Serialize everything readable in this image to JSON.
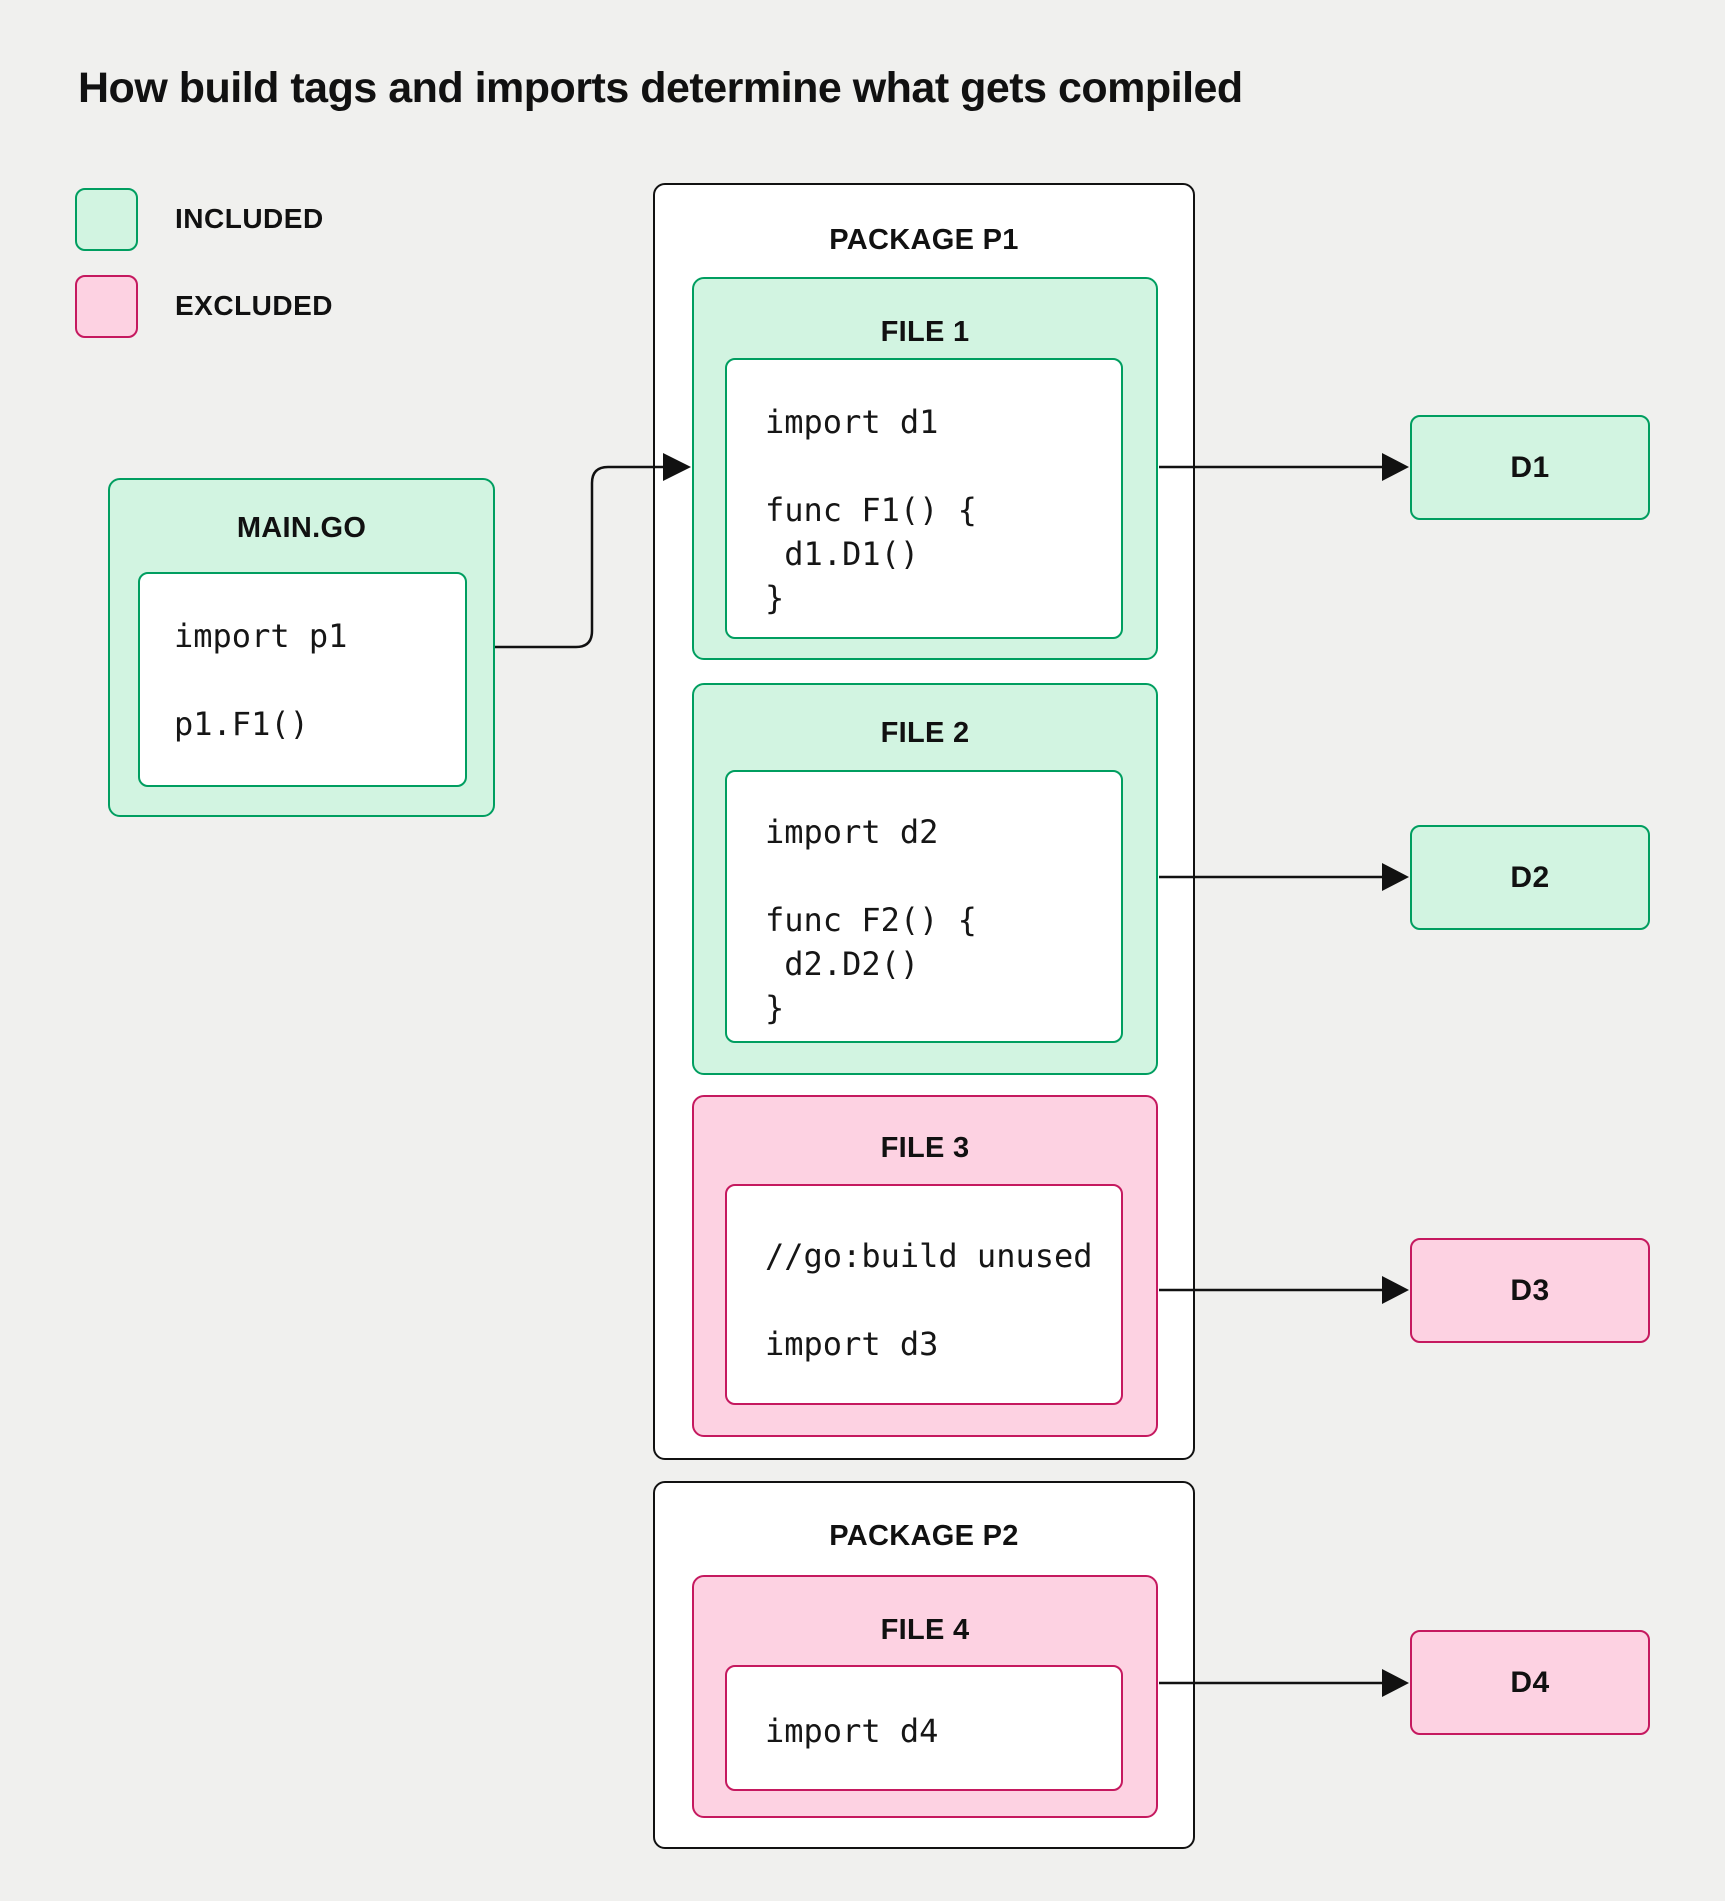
{
  "title": "How build tags and imports determine what gets compiled",
  "colors": {
    "bg": "#f0f0ee",
    "ink": "#111111",
    "green-fill": "#d2f4e1",
    "green-border": "#009e60",
    "pink-fill": "#fdd2e2",
    "pink-border": "#c5195f"
  },
  "legend": {
    "included_label": "INCLUDED",
    "excluded_label": "EXCLUDED"
  },
  "main_go": {
    "title": "MAIN.GO",
    "status": "included",
    "code": "import p1\n\np1.F1()"
  },
  "package_p1": {
    "title": "PACKAGE P1",
    "files": [
      {
        "title": "FILE 1",
        "status": "included",
        "code": "import d1\n\nfunc F1() {\n d1.D1()\n}"
      },
      {
        "title": "FILE 2",
        "status": "included",
        "code": "import d2\n\nfunc F2() {\n d2.D2()\n}"
      },
      {
        "title": "FILE 3",
        "status": "excluded",
        "code": "//go:build unused\n\nimport d3"
      }
    ]
  },
  "package_p2": {
    "title": "PACKAGE P2",
    "files": [
      {
        "title": "FILE 4",
        "status": "excluded",
        "code": "import d4"
      }
    ]
  },
  "deps": [
    {
      "label": "D1",
      "status": "included"
    },
    {
      "label": "D2",
      "status": "included"
    },
    {
      "label": "D3",
      "status": "excluded"
    },
    {
      "label": "D4",
      "status": "excluded"
    }
  ],
  "edges": [
    {
      "from": "MAIN.GO",
      "to": "FILE 1"
    },
    {
      "from": "FILE 1",
      "to": "D1"
    },
    {
      "from": "FILE 2",
      "to": "D2"
    },
    {
      "from": "FILE 3",
      "to": "D3"
    },
    {
      "from": "FILE 4",
      "to": "D4"
    }
  ]
}
